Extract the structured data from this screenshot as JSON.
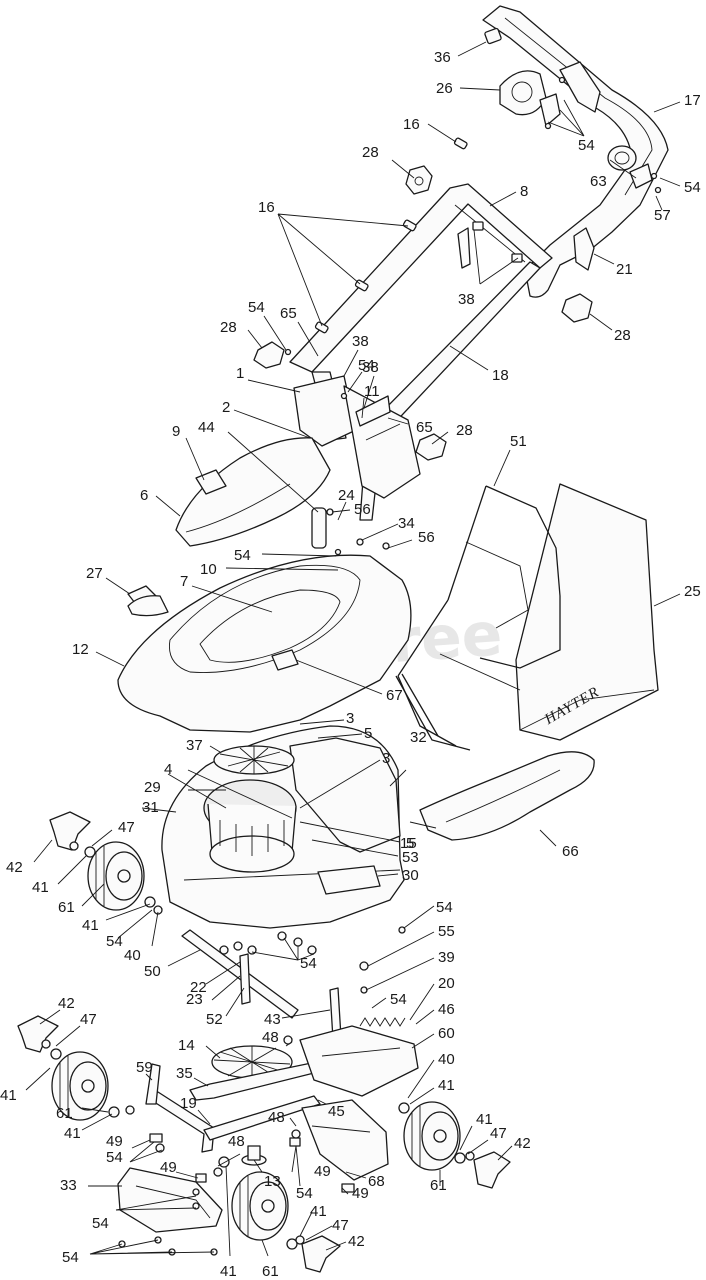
{
  "watermark": "PartsTree",
  "brand_label": "HAYTER",
  "callouts": [
    {
      "id": "c36",
      "text": "36"
    },
    {
      "id": "c26",
      "text": "26"
    },
    {
      "id": "c17",
      "text": "17"
    },
    {
      "id": "c16a",
      "text": "16"
    },
    {
      "id": "c54a",
      "text": "54"
    },
    {
      "id": "c28a",
      "text": "28"
    },
    {
      "id": "c63",
      "text": "63"
    },
    {
      "id": "c54b",
      "text": "54"
    },
    {
      "id": "c57",
      "text": "57"
    },
    {
      "id": "c8",
      "text": "8"
    },
    {
      "id": "c16b",
      "text": "16"
    },
    {
      "id": "c21",
      "text": "21"
    },
    {
      "id": "c38a",
      "text": "38"
    },
    {
      "id": "c28b",
      "text": "28"
    },
    {
      "id": "c54c",
      "text": "54"
    },
    {
      "id": "c28c",
      "text": "28"
    },
    {
      "id": "c65a",
      "text": "65"
    },
    {
      "id": "c38b",
      "text": "38"
    },
    {
      "id": "c54d",
      "text": "54"
    },
    {
      "id": "c38c",
      "text": "38"
    },
    {
      "id": "c18",
      "text": "18"
    },
    {
      "id": "c1",
      "text": "1"
    },
    {
      "id": "c11",
      "text": "11"
    },
    {
      "id": "c2",
      "text": "2"
    },
    {
      "id": "c65b",
      "text": "65"
    },
    {
      "id": "c44",
      "text": "44"
    },
    {
      "id": "c28d",
      "text": "28"
    },
    {
      "id": "c9",
      "text": "9"
    },
    {
      "id": "c51",
      "text": "51"
    },
    {
      "id": "c24",
      "text": "24"
    },
    {
      "id": "c6",
      "text": "6"
    },
    {
      "id": "c56a",
      "text": "56"
    },
    {
      "id": "c34",
      "text": "34"
    },
    {
      "id": "c56b",
      "text": "56"
    },
    {
      "id": "c54e",
      "text": "54"
    },
    {
      "id": "c10",
      "text": "10"
    },
    {
      "id": "c27",
      "text": "27"
    },
    {
      "id": "c7",
      "text": "7"
    },
    {
      "id": "c25",
      "text": "25"
    },
    {
      "id": "c12",
      "text": "12"
    },
    {
      "id": "c67",
      "text": "67"
    },
    {
      "id": "c3a",
      "text": "3"
    },
    {
      "id": "c5a",
      "text": "5"
    },
    {
      "id": "c37",
      "text": "37"
    },
    {
      "id": "c3b",
      "text": "3"
    },
    {
      "id": "c32",
      "text": "32"
    },
    {
      "id": "c4",
      "text": "4"
    },
    {
      "id": "c15",
      "text": "15"
    },
    {
      "id": "c29",
      "text": "29"
    },
    {
      "id": "c5b",
      "text": "5"
    },
    {
      "id": "c31",
      "text": "31"
    },
    {
      "id": "c53",
      "text": "53"
    },
    {
      "id": "c66",
      "text": "66"
    },
    {
      "id": "c47a",
      "text": "47"
    },
    {
      "id": "c42a",
      "text": "42"
    },
    {
      "id": "c30",
      "text": "30"
    },
    {
      "id": "c41a",
      "text": "41"
    },
    {
      "id": "c61a",
      "text": "61"
    },
    {
      "id": "c54f",
      "text": "54"
    },
    {
      "id": "c41b",
      "text": "41"
    },
    {
      "id": "c54g",
      "text": "54"
    },
    {
      "id": "c55",
      "text": "55"
    },
    {
      "id": "c40a",
      "text": "40"
    },
    {
      "id": "c39",
      "text": "39"
    },
    {
      "id": "c50",
      "text": "50"
    },
    {
      "id": "c54h",
      "text": "54"
    },
    {
      "id": "c20",
      "text": "20"
    },
    {
      "id": "c22",
      "text": "22"
    },
    {
      "id": "c54i",
      "text": "54"
    },
    {
      "id": "c23",
      "text": "23"
    },
    {
      "id": "c46",
      "text": "46"
    },
    {
      "id": "c52",
      "text": "52"
    },
    {
      "id": "c43",
      "text": "43"
    },
    {
      "id": "c60",
      "text": "60"
    },
    {
      "id": "c42b",
      "text": "42"
    },
    {
      "id": "c47b",
      "text": "47"
    },
    {
      "id": "c48a",
      "text": "48"
    },
    {
      "id": "c14",
      "text": "14"
    },
    {
      "id": "c40b",
      "text": "40"
    },
    {
      "id": "c41c",
      "text": "41"
    },
    {
      "id": "c59",
      "text": "59"
    },
    {
      "id": "c35",
      "text": "35"
    },
    {
      "id": "c41d",
      "text": "41"
    },
    {
      "id": "c61b",
      "text": "61"
    },
    {
      "id": "c41e",
      "text": "41"
    },
    {
      "id": "c45",
      "text": "45"
    },
    {
      "id": "c19",
      "text": "19"
    },
    {
      "id": "c48b",
      "text": "48"
    },
    {
      "id": "c41f",
      "text": "41"
    },
    {
      "id": "c47c",
      "text": "47"
    },
    {
      "id": "c49a",
      "text": "49"
    },
    {
      "id": "c48c",
      "text": "48"
    },
    {
      "id": "c42c",
      "text": "42"
    },
    {
      "id": "c54j",
      "text": "54"
    },
    {
      "id": "c49b",
      "text": "49"
    },
    {
      "id": "c49c",
      "text": "49"
    },
    {
      "id": "c13",
      "text": "13"
    },
    {
      "id": "c33",
      "text": "33"
    },
    {
      "id": "c68",
      "text": "68"
    },
    {
      "id": "c61c",
      "text": "61"
    },
    {
      "id": "c54k",
      "text": "54"
    },
    {
      "id": "c49d",
      "text": "49"
    },
    {
      "id": "c54l",
      "text": "54"
    },
    {
      "id": "c41g",
      "text": "41"
    },
    {
      "id": "c47d",
      "text": "47"
    },
    {
      "id": "c42d",
      "text": "42"
    },
    {
      "id": "c54m",
      "text": "54"
    },
    {
      "id": "c41h",
      "text": "41"
    },
    {
      "id": "c61d",
      "text": "61"
    }
  ]
}
